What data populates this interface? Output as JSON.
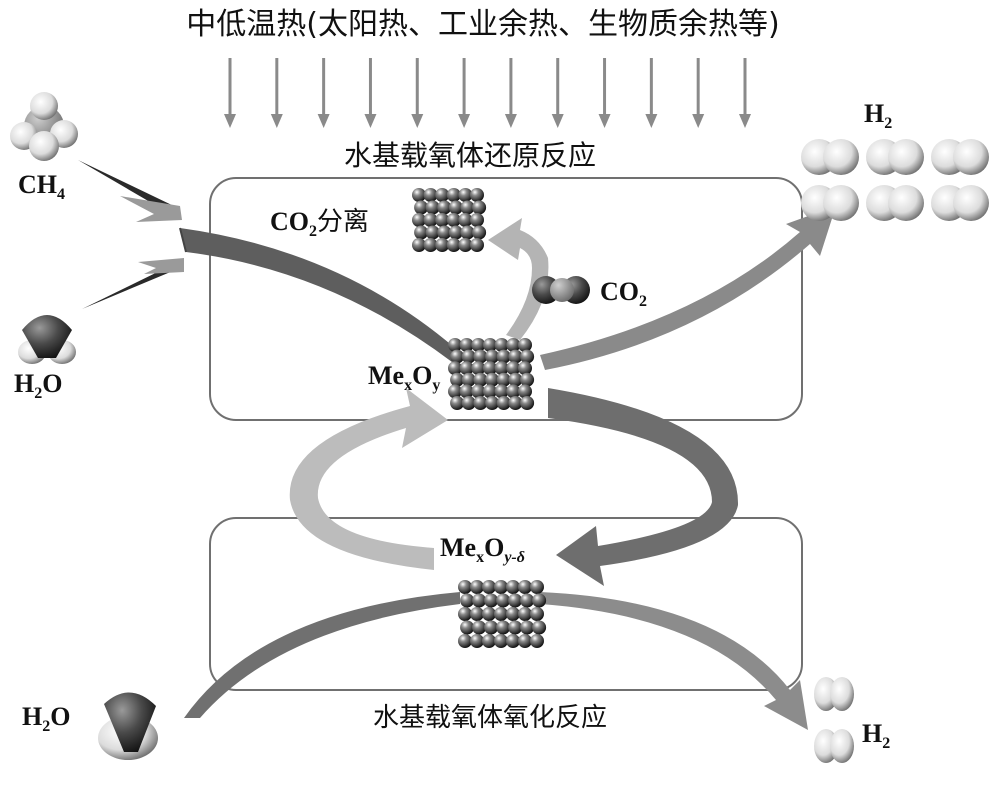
{
  "title": {
    "heat_source": "中低温热(太阳热、工业余热、生物质余热等)"
  },
  "colors": {
    "background": "#ffffff",
    "box_border": "#707070",
    "arrow_dark": "#5a5a5a",
    "arrow_mid": "#7a7a7a",
    "arrow_light": "#b8b8b8",
    "heat_arrow": "#8a8a8a",
    "text": "#111111"
  },
  "reduction": {
    "label": "水基载氧体还原反应",
    "co2_separation": {
      "formula": "CO",
      "sub": "2",
      "suffix": "分离"
    },
    "co2_product": {
      "formula": "CO",
      "sub": "2"
    },
    "oxide": {
      "base": "Me",
      "sub1": "x",
      "mid": "O",
      "sub2": "y"
    }
  },
  "oxidation": {
    "label": "水基载氧体氧化反应",
    "oxide": {
      "base": "Me",
      "sub1": "x",
      "mid": "O",
      "sub2": "y-δ"
    }
  },
  "inputs": {
    "methane": {
      "formula": "CH",
      "sub": "4"
    },
    "water_top": {
      "formula_pre": "H",
      "sub": "2",
      "formula_post": "O"
    },
    "water_bottom": {
      "formula_pre": "H",
      "sub": "2",
      "formula_post": "O"
    }
  },
  "outputs": {
    "hydrogen_top": {
      "formula": "H",
      "sub": "2",
      "molecule_count": 6
    },
    "hydrogen_bottom": {
      "formula": "H",
      "sub": "2",
      "molecule_count": 2
    }
  },
  "heat_arrows": {
    "count": 12
  }
}
